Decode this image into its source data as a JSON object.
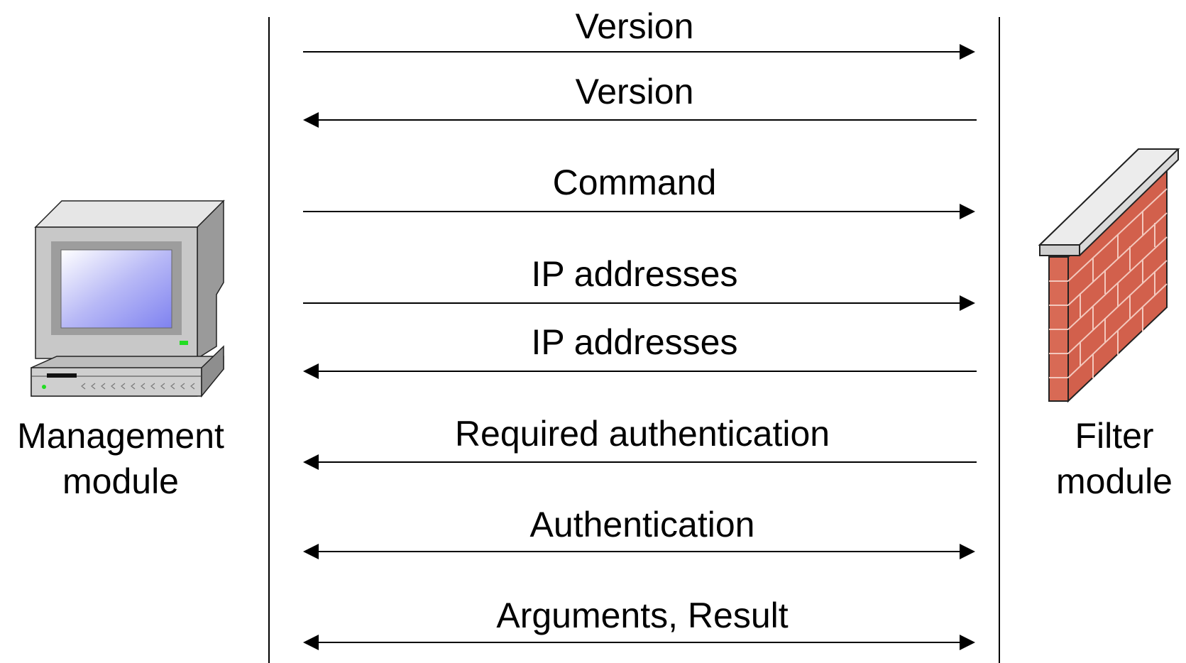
{
  "participants": {
    "left": {
      "label_line1": "Management",
      "label_line2": "module",
      "icon": "computer-icon"
    },
    "right": {
      "label_line1": "Filter",
      "label_line2": "module",
      "icon": "firewall-icon"
    }
  },
  "messages": [
    {
      "label": "Version",
      "direction": "right"
    },
    {
      "label": "Version",
      "direction": "left"
    },
    {
      "label": "Command",
      "direction": "right"
    },
    {
      "label": "IP addresses",
      "direction": "right"
    },
    {
      "label": "IP addresses",
      "direction": "left"
    },
    {
      "label": "Required authentication",
      "direction": "left"
    },
    {
      "label": "Authentication",
      "direction": "both"
    },
    {
      "label": "Arguments, Result",
      "direction": "both"
    }
  ],
  "colors": {
    "line": "#000000",
    "screen": "#8f92f2",
    "brick": "#d2604c",
    "wall_cap": "#d9d9d9",
    "case": "#c0c0c0"
  }
}
